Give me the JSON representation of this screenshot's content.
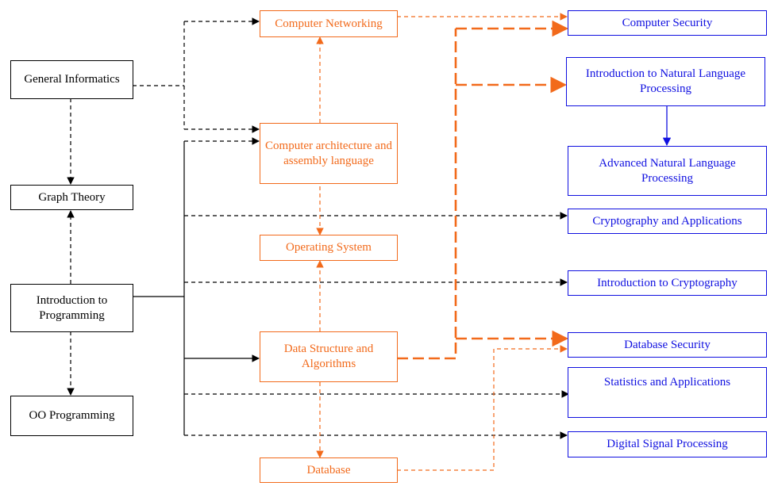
{
  "colors": {
    "black": "#000000",
    "orange": "#f26a1b",
    "blue": "#1010e0"
  },
  "courses": {
    "general_informatics": "General Informatics",
    "graph_theory": "Graph Theory",
    "intro_programming": "Introduction to Programming",
    "oo_programming": "OO Programming",
    "computer_networking": "Computer Networking",
    "computer_architecture": "Computer architecture and assembly language",
    "operating_system": "Operating System",
    "data_structure": "Data Structure and Algorithms",
    "database": "Database",
    "computer_security": "Computer Security",
    "intro_nlp": "Introduction to Natural Language Processing",
    "advanced_nlp": "Advanced Natural Language Processing",
    "crypto_applications": "Cryptography and Applications",
    "intro_crypto": "Introduction to Cryptography",
    "database_security": "Database Security",
    "statistics": "Statistics and Applications",
    "dsp": "Digital Signal Processing"
  }
}
